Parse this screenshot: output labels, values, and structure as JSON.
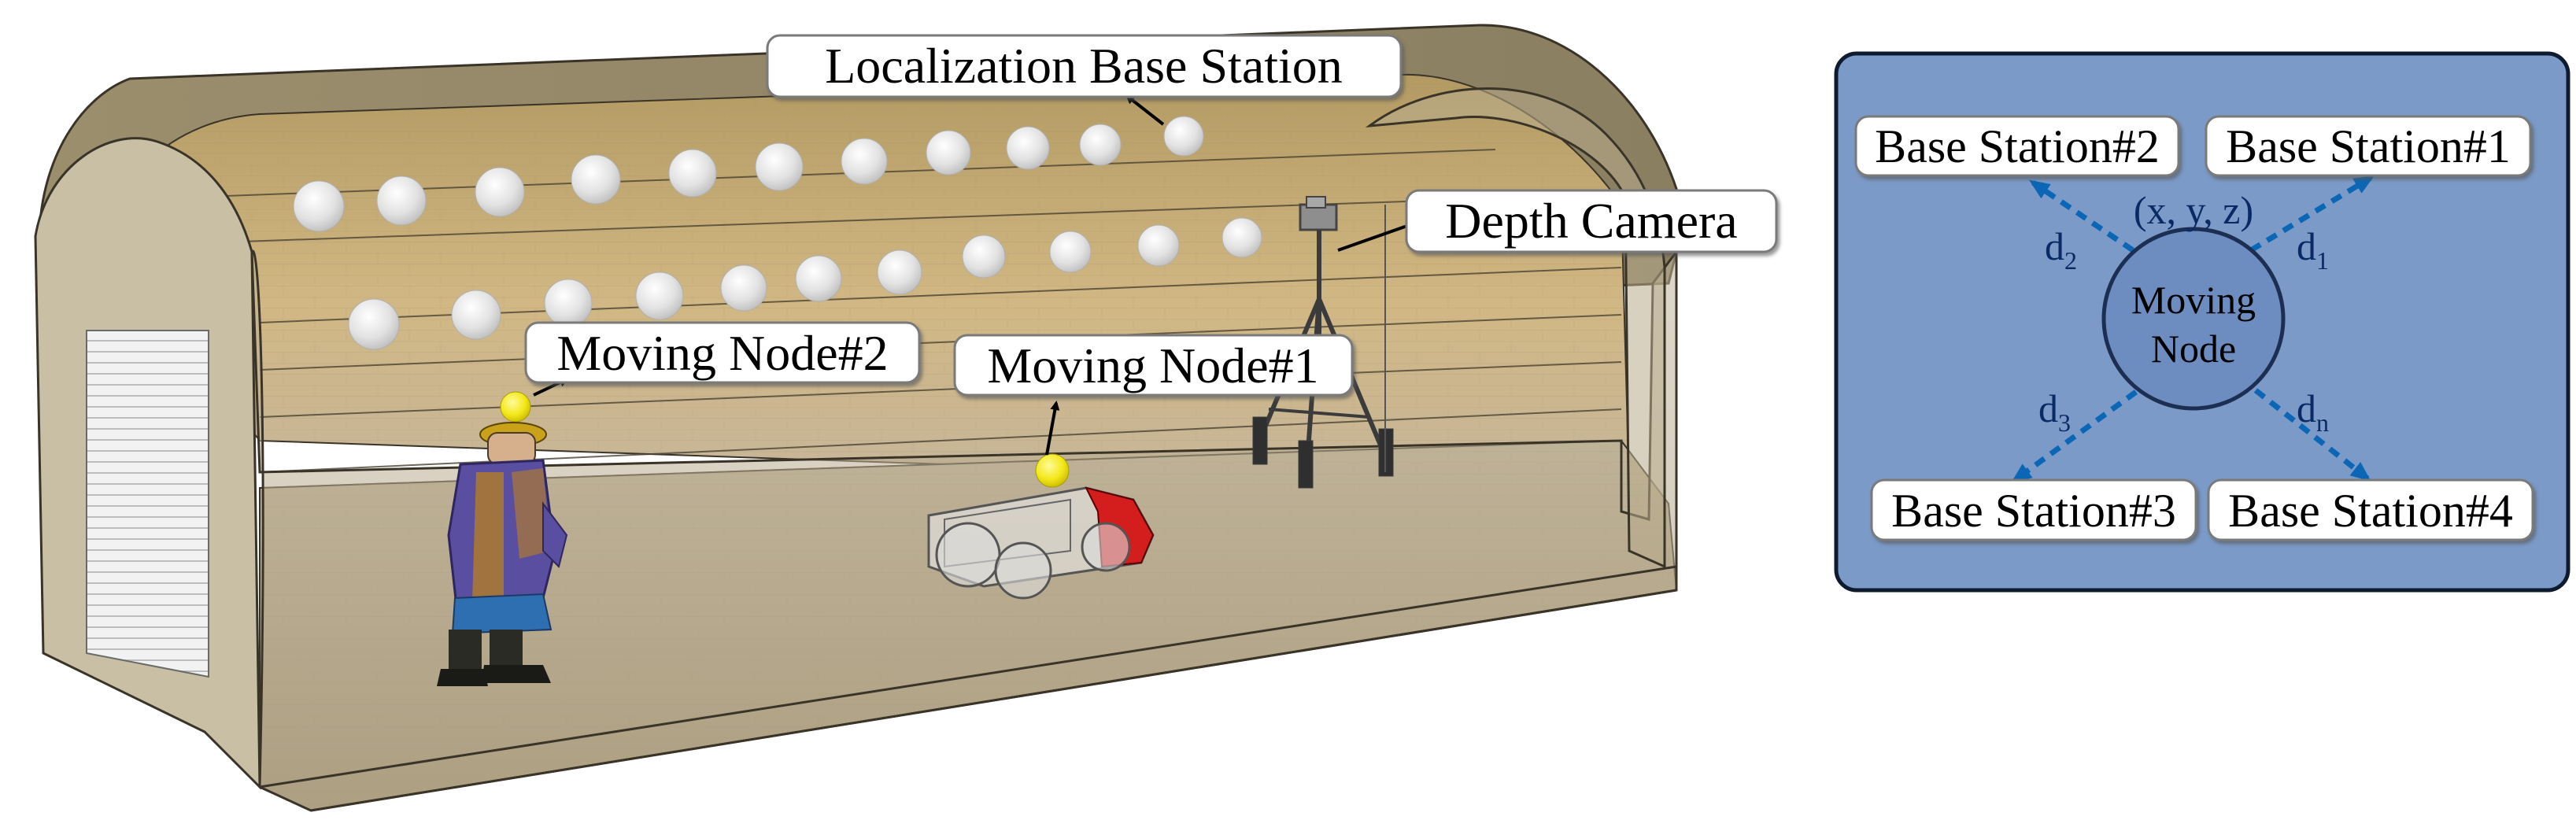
{
  "tunnel": {
    "labels": {
      "localization_base_station": "Localization Base Station",
      "depth_camera": "Depth Camera",
      "moving_node_1": "Moving Node#1",
      "moving_node_2": "Moving Node#2"
    }
  },
  "panel": {
    "moving_node": {
      "line1": "Moving",
      "line2": "Node"
    },
    "coordinates": "(x, y, z)",
    "stations": [
      {
        "id": "bs2",
        "label": "Base Station#2"
      },
      {
        "id": "bs1",
        "label": "Base Station#1"
      },
      {
        "id": "bs3",
        "label": "Base Station#3"
      },
      {
        "id": "bs4",
        "label": "Base Station#4"
      }
    ],
    "distances": [
      {
        "base": "d",
        "sub": "2"
      },
      {
        "base": "d",
        "sub": "1"
      },
      {
        "base": "d",
        "sub": "3"
      },
      {
        "base": "d",
        "sub": "n"
      }
    ]
  },
  "colors": {
    "panel_bg": "#7b9ac8",
    "panel_border": "#0e1a2e",
    "node_fill": "#6d8cc0",
    "arrow": "#0b67b5",
    "d_text": "#0a2a66",
    "tunnel_wall": "#b6a98a",
    "tunnel_ceiling": "#c9b07a",
    "sensor_sphere": "#e8e8e8",
    "tag_yellow": "#f3e81a",
    "car_red": "#d41e1e"
  },
  "icons": [
    "miner-figure-icon",
    "robot-car-icon",
    "tripod-camera-icon",
    "sensor-sphere-icon"
  ]
}
